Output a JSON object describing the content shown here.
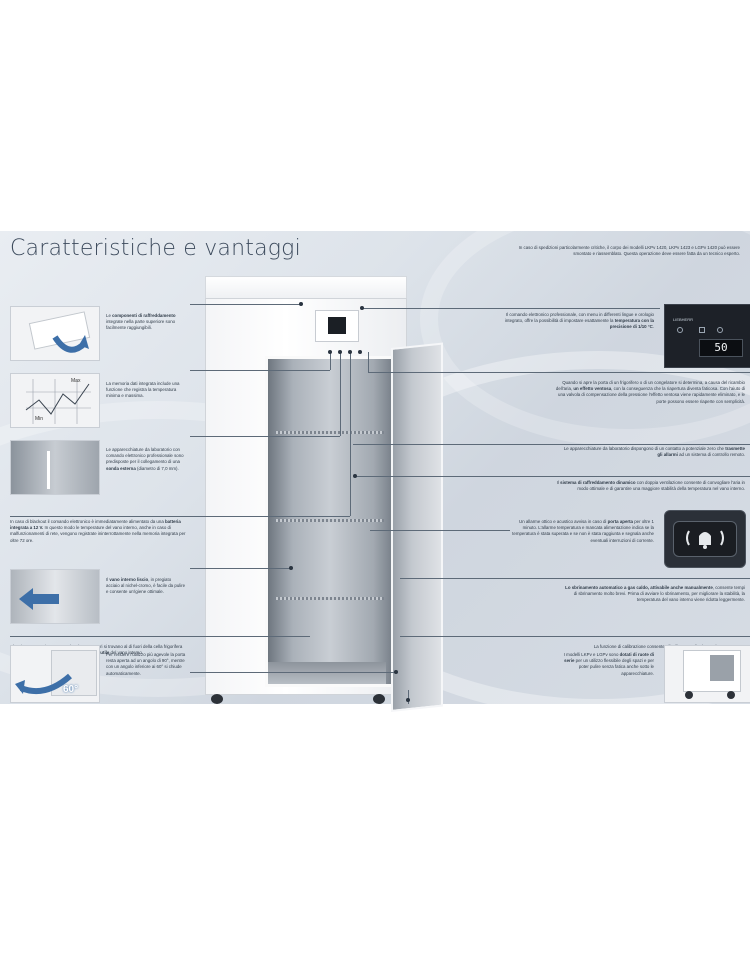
{
  "title": "Caratteristiche e vantaggi",
  "intro_right": "In caso di spedizioni particolarmente critiche, il corpo dei modelli LKPv 1420, LKPv 1423 e LGPv 1420 può essere smontato e riassemblato. Questa operazione deve essere fatta da un tecnico esperto.",
  "display_readout": "50",
  "display_brand": "LIEBHERR",
  "thumb_labels": {
    "max": "Max",
    "min": "Min",
    "angle": "60°"
  },
  "left_blocks": [
    {
      "pre": "Le ",
      "bold": "componenti di raffreddamento",
      "post": " integrate nella parte superiore sono facilmente raggiungibili."
    },
    {
      "pre": "La memoria dati integrata include una funzione che registra la temperatura minima e massima.",
      "bold": "",
      "post": ""
    },
    {
      "pre": "Le apparecchiature da laboratorio con comando elettronico professionale sono predisposte per il collegamento di una ",
      "bold": "sonda esterna",
      "post": " (diametro di 7,0 mm)."
    },
    {
      "pre": "In caso di blackout il comando elettronico è immediatamente alimentato da una ",
      "bold": "batteria integrata a 12 V.",
      "post": " In questo modo le temperature del vano interno, anche in caso di malfunzionamenti di rete, vengono registrate ininterrottamente nella memoria integrata per oltre 72 ore."
    },
    {
      "pre": "Il ",
      "bold": "vano interno liscio",
      "post": ", in pregiato acciaio al nichel-cromo, è facile da pulire e consente un'igiene ottimale."
    },
    {
      "pre": "Alcuni componenti come ventole ed evaporatori si trovano al di fuori della cella frigorifera per risparmiare spazio e aumentare il ",
      "bold": "volume utile",
      "post": " del vano interno."
    },
    {
      "pre": "Per rendere l'utilizzo più agevole la porta resta aperta ad un angolo di 90°, mentre con un angolo inferiore ai 60° si chiude automaticamente.",
      "bold": "",
      "post": ""
    }
  ],
  "right_blocks": [
    {
      "pre": "Il comando elettronico professionale, con menu in differenti lingue e orologio integrato, offre la possibilità di impostare esattamente la ",
      "bold": "temperatura con la precisione di 1/10 °C",
      "post": "."
    },
    {
      "pre": "Quando si apre la porta di un frigorifero o di un congelatore si determina, a causa del ricambio dell'aria, ",
      "bold": "un effetto ventosa",
      "post": ", con la conseguenza che la riapertura diventa faticosa. Con l'aiuto di una valvola di compensazione della pressione l'effetto ventosa viene rapidamente eliminato, e le porte possono essere riaperte con semplicità."
    },
    {
      "pre": "Le apparecchiature da laboratorio dispongono di un contatto a potenziale zero che ",
      "bold": "trasmette gli allarmi",
      "post": " ad un sistema di controllo remoto."
    },
    {
      "pre": "Il ",
      "bold": "sistema di raffreddamento dinamico",
      "post": " con doppia ventilazione consente di convogliare l'aria in modo ottimale e di garantire una maggiore stabilità della temperatura nel vano interno."
    },
    {
      "pre": "Un allarme ottico e acustico avvisa in caso di ",
      "bold": "porta aperta",
      "post": " per oltre 1 minuto. L'allarme temperatura e mancata alimentazione indica se la temperatura è stata superata e se non è stata raggiunta e segnala anche eventuali interruzioni di corrente."
    },
    {
      "pre": "",
      "bold": "Lo sbrinamento automatico a gas caldo, attivabile anche manualmente",
      "post": ", consente tempi di sbrinamento molto brevi. Prima di avviare lo sbrinamento, per migliorare la stabilità, la temperatura del vano interno viene ridotta leggermente."
    },
    {
      "pre": "La funzione di calibrazione consente all'utilizzatore di adattare le temperature.",
      "bold": "",
      "post": ""
    },
    {
      "pre": "I modelli LKPv e LGPv sono ",
      "bold": "dotati di ruote di serie",
      "post": " per un utilizzo flessibile degli spazi e per poter pulire senza fatica anche sotto le apparecchiature."
    }
  ]
}
